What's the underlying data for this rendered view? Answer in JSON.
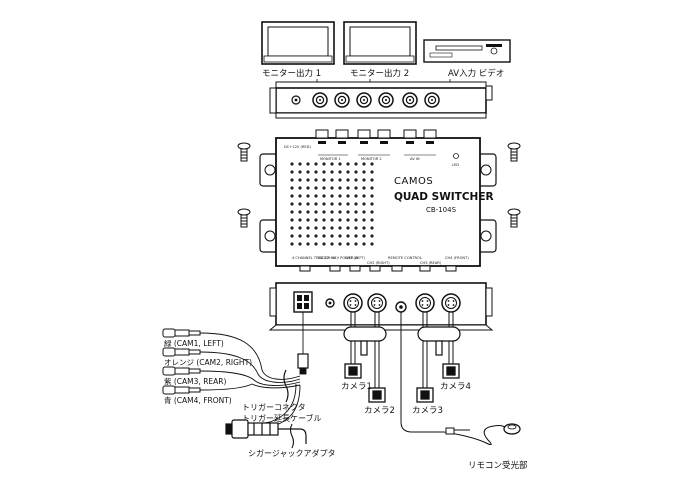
{
  "labels": {
    "monitor1": "モニター出力 1",
    "monitor2": "モニター出力 2",
    "av_input": "AV入力 ビデオ",
    "brand": "CAMOS",
    "product": "QUAD SWITCHER",
    "model": "CB-104S",
    "cam1_wire": "緑 (CAM1, LEFT)",
    "cam2_wire": "オレンジ (CAM2, RIGHT)",
    "cam3_wire": "紫 (CAM3, REAR)",
    "cam4_wire": "青 (CAM4, FRONT)",
    "trigger_connector": "トリガーコネクタ",
    "trigger_cable": "トリガー延長ケーブル",
    "cigar_adapter": "シガージャックアダプタ",
    "camera1": "カメラ1",
    "camera2": "カメラ2",
    "camera3": "カメラ3",
    "camera4": "カメラ4",
    "remote": "リモコン受光部"
  },
  "top_panel": {
    "ports": [
      "MONITOR 1",
      "MONITOR 2",
      "AV IN"
    ],
    "power_label": "DC+12V (RED)",
    "led_label": "LED"
  },
  "bottom_panel": {
    "ports": [
      "4 CHANNEL TRIGGER IN",
      "DC 12~24V POWER IN",
      "CH1 (LEFT)",
      "CH2 (RIGHT)",
      "REMOTE CONTROL",
      "CH3 (REAR)",
      "CH4 (FRONT)"
    ]
  }
}
